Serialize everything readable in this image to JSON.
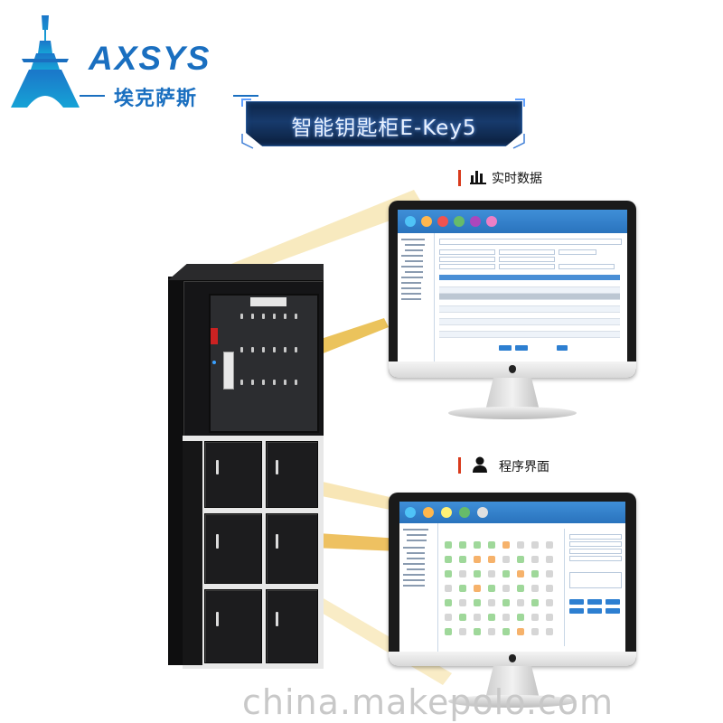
{
  "logo": {
    "brand_en": "AXSYS",
    "brand_cn": "埃克萨斯",
    "colors": {
      "brand": "#1a6fc0"
    }
  },
  "banner": {
    "title": "智能钥匙柜E-Key5"
  },
  "sections": {
    "realtime": {
      "label": "实时数据",
      "icon": "bar-chart-icon"
    },
    "program": {
      "label": "程序界面",
      "icon": "user-icon"
    }
  },
  "watermark": "china.makepolo.com",
  "colors": {
    "accent_red": "#d83a1c",
    "beam_gold": "#e3b443",
    "app_blue": "#2a73bd",
    "cabinet": "#1c1c1e"
  }
}
